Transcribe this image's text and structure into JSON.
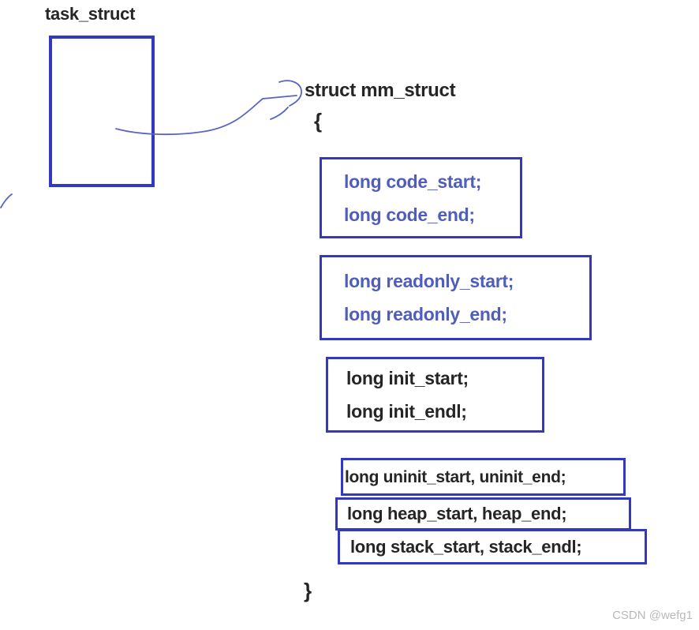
{
  "diagram": {
    "task_struct_label": "task_struct",
    "struct_header": "struct mm_struct",
    "open_brace": "{",
    "close_brace": "}",
    "field_boxes": [
      {
        "id": "code",
        "text_style": "blue",
        "lines": [
          "long code_start;",
          "long code_end;"
        ]
      },
      {
        "id": "readonly",
        "text_style": "blue",
        "lines": [
          "long readonly_start;",
          "long readonly_end;"
        ]
      },
      {
        "id": "init",
        "text_style": "black",
        "lines": [
          "long init_start;",
          "long init_endl;"
        ]
      },
      {
        "id": "uninit",
        "text_style": "black",
        "lines": [
          "long uninit_start, uninit_end;"
        ]
      },
      {
        "id": "heap",
        "text_style": "black",
        "lines": [
          "long heap_start, heap_end;"
        ]
      },
      {
        "id": "stack",
        "text_style": "black",
        "lines": [
          "long stack_start, stack_endl;"
        ]
      }
    ],
    "watermark": "CSDN @wefg1"
  },
  "colors": {
    "background": "#ffffff",
    "box_border": "#3239c0",
    "blue_text": "#4f5dbb",
    "black_text": "#252525",
    "arrow": "#5a64c4",
    "watermark": "#b9b9b9"
  }
}
